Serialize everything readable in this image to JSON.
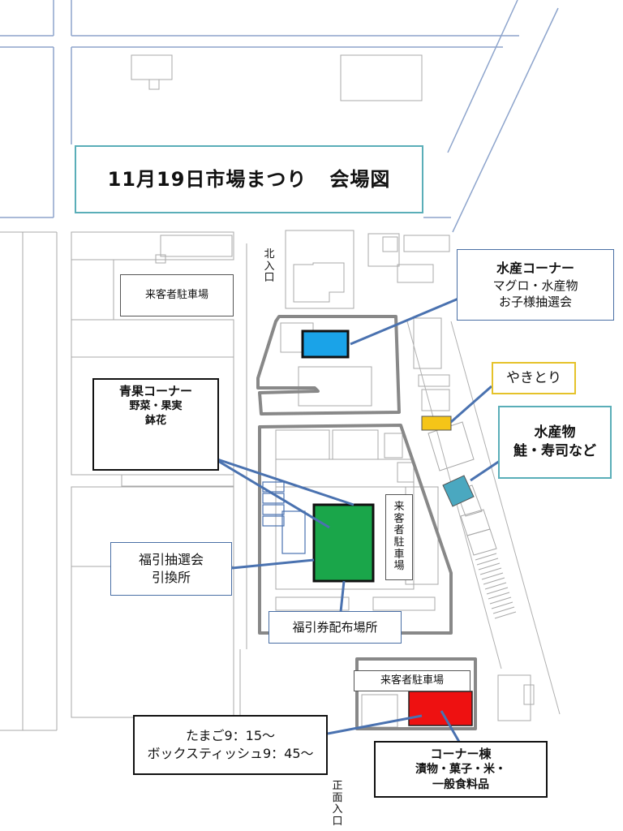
{
  "title": {
    "part1": "11月19日市場まつり",
    "part2": "会場図"
  },
  "labels": {
    "seika": {
      "heading": "青果コーナー",
      "line1": "野菜・果実",
      "line2": "鉢花"
    },
    "suisan1": {
      "heading": "水産コーナー",
      "line1": "マグロ・水産物",
      "line2": "お子様抽選会"
    },
    "yakitori": "やきとり",
    "suisan2": {
      "line1": "水産物",
      "line2": "鮭・寿司など"
    },
    "fukubiki": {
      "line1": "福引抽選会",
      "line2": "引換所"
    },
    "haifu": "福引券配布場所",
    "tamago": {
      "line1": "たまご9：15～",
      "line2": "ボックスティッシュ9：45～"
    },
    "corner": {
      "heading": "コーナー棟",
      "line1": "漬物・菓子・米・",
      "line2": "一般食料品"
    },
    "parking_top_left": "来客者駐車場",
    "parking_bottom": "来客者駐車場",
    "parking_vertical": [
      "来",
      "客",
      "者",
      "駐",
      "車",
      "場"
    ],
    "north_entrance": [
      "北",
      "入",
      "口"
    ],
    "front_entrance": [
      "正",
      "面",
      "入",
      "口"
    ]
  },
  "colors": {
    "suisan_building": "#1aa3e8",
    "yakitori_stall": "#f5c518",
    "suisan_stall": "#4aa8c0",
    "seika_building": "#1aa64a",
    "corner_building": "#ee1111",
    "road_lines": "#8da4cc",
    "site_outline": "#888888",
    "leader_lines": "#4a72b0"
  }
}
